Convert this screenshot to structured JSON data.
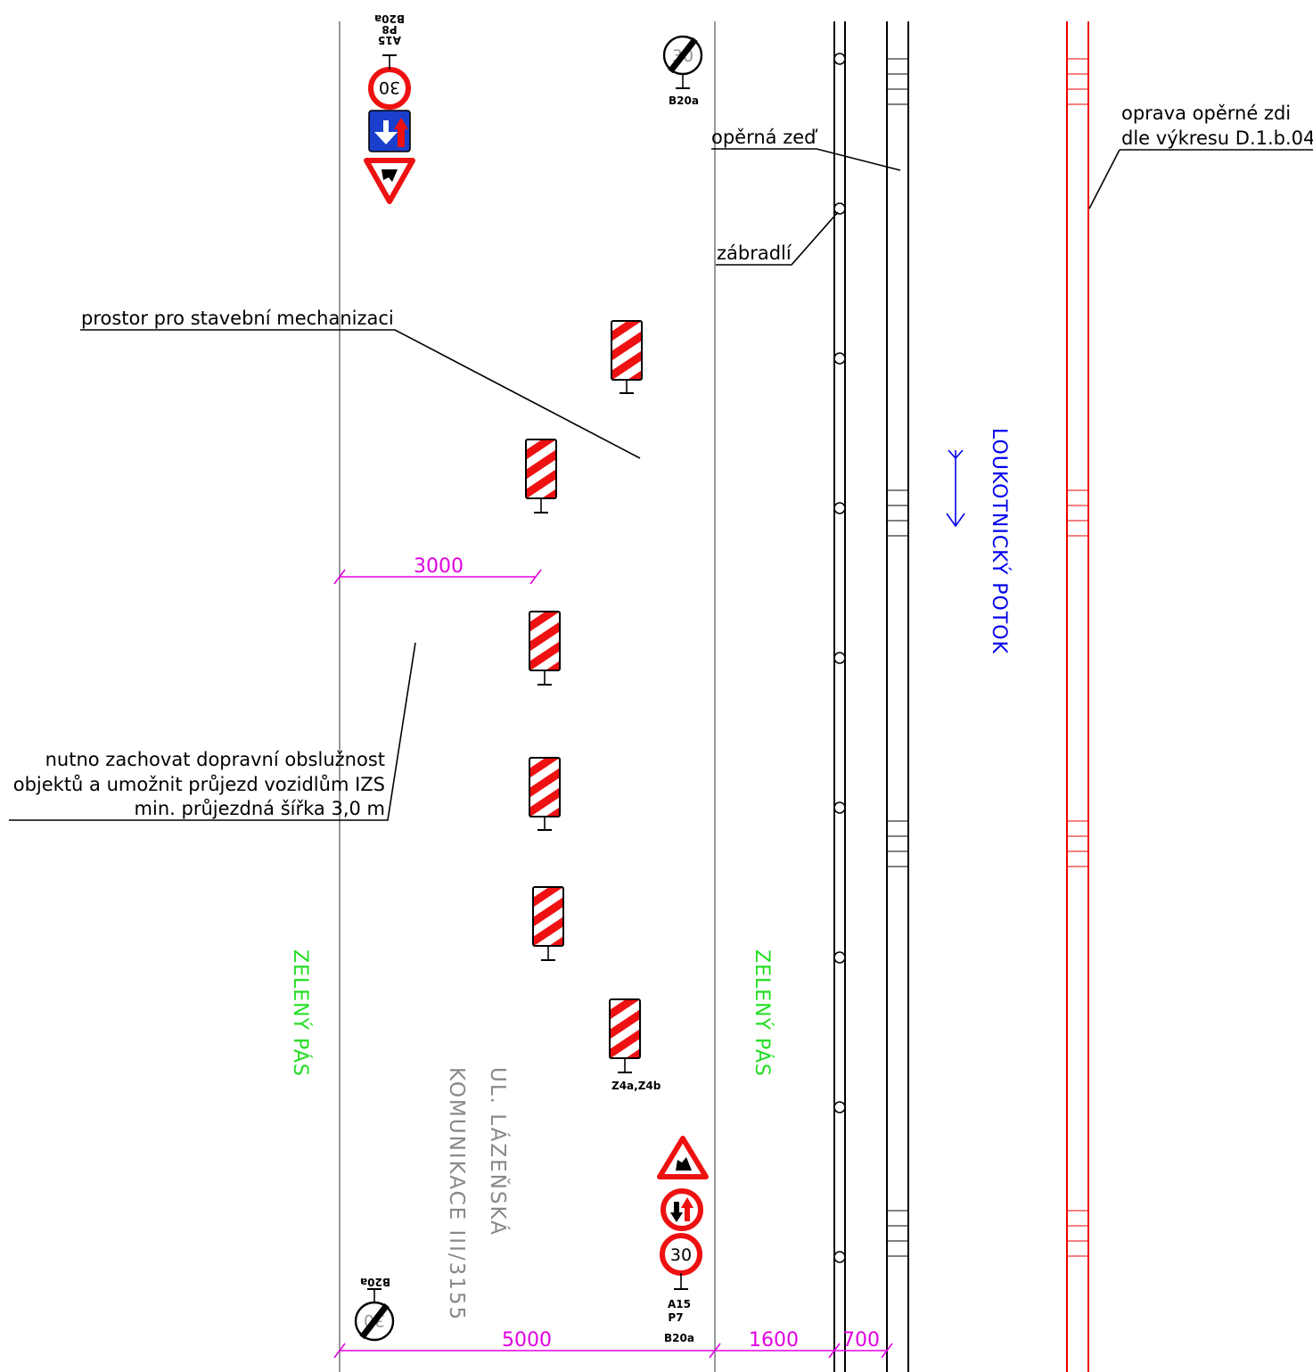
{
  "labels": {
    "retaining_wall": "opěrná zeď",
    "railing": "zábradlí",
    "repair_line1": "oprava opěrné zdi",
    "repair_line2": "dle výkresu D.1.b.04",
    "construction_space": "prostor pro stavební mechanizaci",
    "note_line1": "nutno zachovat dopravní obslužnost",
    "note_line2": "objektů a umožnit průjezd vozidlům IZS",
    "note_line3": "min. průjezdná šířka 3,0 m",
    "stream": "LOUKOTNICKÝ POTOK",
    "green_strip": "ZELENÝ PÁS",
    "street_line1": "UL. LÁZEŇSKÁ",
    "street_line2": "KOMUNIKACE III/3155"
  },
  "sign_codes": {
    "top_left": [
      "A15",
      "P8",
      "B20a"
    ],
    "top_right": "B20a",
    "bottom_left": "B20a",
    "bottom_right": [
      "A15",
      "P7",
      "B20a"
    ],
    "barrier": "Z4a,Z4b"
  },
  "speed_limit": "30",
  "dimensions": {
    "lane_min": "3000",
    "road": "5000",
    "verge": "1600",
    "wall": "700"
  },
  "colors": {
    "dimension": "#e000e0",
    "green_text": "#22dd22",
    "stream_text": "#0000ee",
    "repaired_wall": "#ee0000",
    "road_edge": "#999999",
    "sign_red": "#ee1111",
    "sign_blue": "#1a3fcc"
  }
}
